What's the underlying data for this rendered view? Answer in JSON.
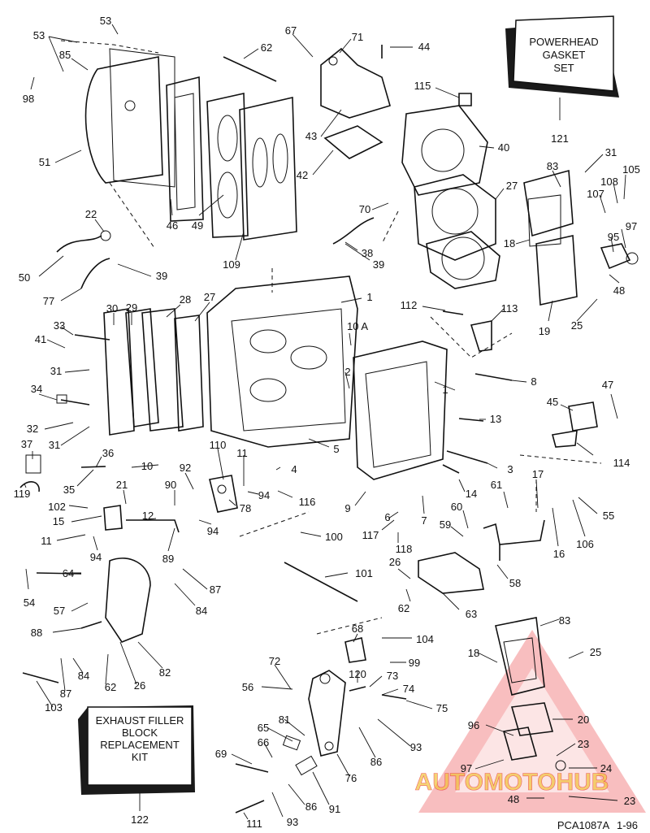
{
  "callouts": [
    {
      "id": "c53a",
      "t": "53"
    },
    {
      "id": "c53b",
      "t": "53"
    },
    {
      "id": "c85",
      "t": "85"
    },
    {
      "id": "c98",
      "t": "98"
    },
    {
      "id": "c67",
      "t": "67"
    },
    {
      "id": "c71",
      "t": "71"
    },
    {
      "id": "c62a",
      "t": "62"
    },
    {
      "id": "c44",
      "t": "44"
    },
    {
      "id": "c51",
      "t": "51"
    },
    {
      "id": "c46",
      "t": "46"
    },
    {
      "id": "c49",
      "t": "49"
    },
    {
      "id": "c109",
      "t": "109"
    },
    {
      "id": "c43",
      "t": "43"
    },
    {
      "id": "c42",
      "t": "42"
    },
    {
      "id": "c115",
      "t": "115"
    },
    {
      "id": "c40",
      "t": "40"
    },
    {
      "id": "c121",
      "t": "121"
    },
    {
      "id": "c31a",
      "t": "31"
    },
    {
      "id": "c105",
      "t": "105"
    },
    {
      "id": "c83a",
      "t": "83"
    },
    {
      "id": "c108",
      "t": "108"
    },
    {
      "id": "c27a",
      "t": "27"
    },
    {
      "id": "c107",
      "t": "107"
    },
    {
      "id": "c70",
      "t": "70"
    },
    {
      "id": "c97a",
      "t": "97"
    },
    {
      "id": "c18a",
      "t": "18"
    },
    {
      "id": "c95",
      "t": "95"
    },
    {
      "id": "c22",
      "t": "22"
    },
    {
      "id": "c38",
      "t": "38"
    },
    {
      "id": "c39a",
      "t": "39"
    },
    {
      "id": "c50",
      "t": "50"
    },
    {
      "id": "c39b",
      "t": "39"
    },
    {
      "id": "c77",
      "t": "77"
    },
    {
      "id": "c1a",
      "t": "1"
    },
    {
      "id": "c48a",
      "t": "48"
    },
    {
      "id": "c28",
      "t": "28"
    },
    {
      "id": "c27b",
      "t": "27"
    },
    {
      "id": "c30",
      "t": "30"
    },
    {
      "id": "c29",
      "t": "29"
    },
    {
      "id": "c112",
      "t": "112"
    },
    {
      "id": "c113",
      "t": "113"
    },
    {
      "id": "c19",
      "t": "19"
    },
    {
      "id": "c25a",
      "t": "25"
    },
    {
      "id": "c33",
      "t": "33"
    },
    {
      "id": "c41",
      "t": "41"
    },
    {
      "id": "c10a",
      "t": "10 A"
    },
    {
      "id": "c31b",
      "t": "31"
    },
    {
      "id": "c2",
      "t": "2"
    },
    {
      "id": "c1b",
      "t": "1"
    },
    {
      "id": "c8",
      "t": "8"
    },
    {
      "id": "c47",
      "t": "47"
    },
    {
      "id": "c34",
      "t": "34"
    },
    {
      "id": "c45",
      "t": "45"
    },
    {
      "id": "c13",
      "t": "13"
    },
    {
      "id": "c32",
      "t": "32"
    },
    {
      "id": "c31c",
      "t": "31"
    },
    {
      "id": "c5",
      "t": "5"
    },
    {
      "id": "c37",
      "t": "37"
    },
    {
      "id": "c36",
      "t": "36"
    },
    {
      "id": "c110",
      "t": "110"
    },
    {
      "id": "c11a",
      "t": "11"
    },
    {
      "id": "c114",
      "t": "114"
    },
    {
      "id": "c10",
      "t": "10"
    },
    {
      "id": "c92",
      "t": "92"
    },
    {
      "id": "c4",
      "t": "4"
    },
    {
      "id": "c3",
      "t": "3"
    },
    {
      "id": "c35",
      "t": "35"
    },
    {
      "id": "c17",
      "t": "17"
    },
    {
      "id": "c119",
      "t": "119"
    },
    {
      "id": "c21",
      "t": "21"
    },
    {
      "id": "c90",
      "t": "90"
    },
    {
      "id": "c94a",
      "t": "94"
    },
    {
      "id": "c14",
      "t": "14"
    },
    {
      "id": "c61",
      "t": "61"
    },
    {
      "id": "c102",
      "t": "102"
    },
    {
      "id": "c78",
      "t": "78"
    },
    {
      "id": "c116",
      "t": "116"
    },
    {
      "id": "c9",
      "t": "9"
    },
    {
      "id": "c60",
      "t": "60"
    },
    {
      "id": "c15",
      "t": "15"
    },
    {
      "id": "c12",
      "t": "12"
    },
    {
      "id": "c6",
      "t": "6"
    },
    {
      "id": "c7",
      "t": "7"
    },
    {
      "id": "c55",
      "t": "55"
    },
    {
      "id": "c94b",
      "t": "94"
    },
    {
      "id": "c59",
      "t": "59"
    },
    {
      "id": "c11b",
      "t": "11"
    },
    {
      "id": "c117",
      "t": "117"
    },
    {
      "id": "c100",
      "t": "100"
    },
    {
      "id": "c118",
      "t": "118"
    },
    {
      "id": "c16",
      "t": "16"
    },
    {
      "id": "c106",
      "t": "106"
    },
    {
      "id": "c94c",
      "t": "94"
    },
    {
      "id": "c89",
      "t": "89"
    },
    {
      "id": "c26a",
      "t": "26"
    },
    {
      "id": "c101",
      "t": "101"
    },
    {
      "id": "c58",
      "t": "58"
    },
    {
      "id": "c64a",
      "t": "64"
    },
    {
      "id": "c54",
      "t": "54"
    },
    {
      "id": "c87a",
      "t": "87"
    },
    {
      "id": "c84a",
      "t": "84"
    },
    {
      "id": "c62b",
      "t": "62"
    },
    {
      "id": "c63",
      "t": "63"
    },
    {
      "id": "c57",
      "t": "57"
    },
    {
      "id": "c68",
      "t": "68"
    },
    {
      "id": "c104",
      "t": "104"
    },
    {
      "id": "c83b",
      "t": "83"
    },
    {
      "id": "c88",
      "t": "88"
    },
    {
      "id": "c82",
      "t": "82"
    },
    {
      "id": "c99",
      "t": "99"
    },
    {
      "id": "c18b",
      "t": "18"
    },
    {
      "id": "c25b",
      "t": "25"
    },
    {
      "id": "c72",
      "t": "72"
    },
    {
      "id": "c120",
      "t": "120"
    },
    {
      "id": "c73",
      "t": "73"
    },
    {
      "id": "c84b",
      "t": "84"
    },
    {
      "id": "c62c",
      "t": "62"
    },
    {
      "id": "c26b",
      "t": "26"
    },
    {
      "id": "c56",
      "t": "56"
    },
    {
      "id": "c74",
      "t": "74"
    },
    {
      "id": "c87b",
      "t": "87"
    },
    {
      "id": "c75",
      "t": "75"
    },
    {
      "id": "c103",
      "t": "103"
    },
    {
      "id": "c81",
      "t": "81"
    },
    {
      "id": "c20",
      "t": "20"
    },
    {
      "id": "c65",
      "t": "65"
    },
    {
      "id": "c96",
      "t": "96"
    },
    {
      "id": "c93a",
      "t": "93"
    },
    {
      "id": "c66",
      "t": "66"
    },
    {
      "id": "c86a",
      "t": "86"
    },
    {
      "id": "c23a",
      "t": "23"
    },
    {
      "id": "c69",
      "t": "69"
    },
    {
      "id": "c76",
      "t": "76"
    },
    {
      "id": "c97b",
      "t": "97"
    },
    {
      "id": "c24",
      "t": "24"
    },
    {
      "id": "c86b",
      "t": "86"
    },
    {
      "id": "c48b",
      "t": "48"
    },
    {
      "id": "c23b",
      "t": "23"
    },
    {
      "id": "c91",
      "t": "91"
    },
    {
      "id": "c122",
      "t": "122"
    },
    {
      "id": "c111",
      "t": "111"
    },
    {
      "id": "c93b",
      "t": "93"
    }
  ],
  "boxes": {
    "powerhead": {
      "line1": "POWERHEAD",
      "line2": "GASKET",
      "line3": "SET"
    },
    "exhaust": {
      "line1": "EXHAUST FILLER",
      "line2": "BLOCK",
      "line3": "REPLACEMENT",
      "line4": "KIT"
    }
  },
  "footer": {
    "code": "PCA1087A",
    "date": "1-96"
  },
  "watermark": {
    "text": "AUTOMOTOHUB",
    "color": "#e8282b",
    "color2": "#f2c23a"
  }
}
